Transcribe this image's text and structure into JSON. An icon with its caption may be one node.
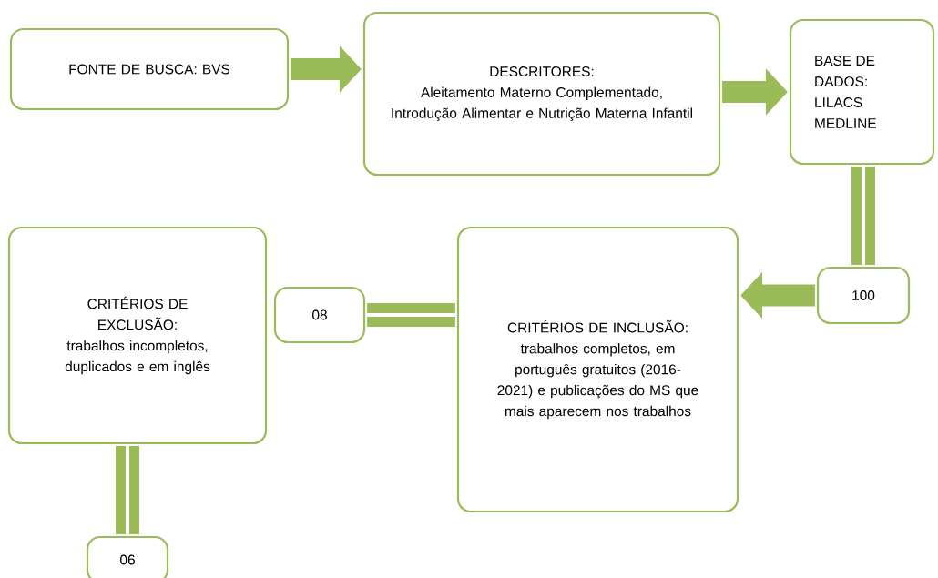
{
  "diagram": {
    "nodes": [
      {
        "text": [
          "FONTE DE BUSCA: BVS"
        ]
      },
      {
        "text": [
          "DESCRITORES:",
          "Aleitamento Materno Complementado, Introdução Alimentar e Nutrição Materna Infantil"
        ]
      },
      {
        "text": [
          "BASE DE DADOS: LILACS MEDLINE"
        ]
      },
      {
        "text": [
          "100"
        ]
      },
      {
        "text": [
          "CRITÉRIOS DE INCLUSÃO: trabalhos completos, em português gratuitos (2016-2021) e publicações do MS que mais aparecem nos trabalhos"
        ]
      },
      {
        "text": [
          "08"
        ]
      },
      {
        "text": [
          "CRITÉRIOS DE EXCLUSÃO: trabalhos incompletos, duplicados e em inglês"
        ]
      },
      {
        "text": [
          "06"
        ]
      }
    ],
    "edges": [
      {
        "from": 0,
        "to": 1,
        "arrow": "to"
      },
      {
        "from": 1,
        "to": 2,
        "arrow": "to"
      },
      {
        "from": 2,
        "to": 3,
        "arrow": "none"
      },
      {
        "from": 3,
        "to": 4,
        "arrow": "to"
      },
      {
        "from": 4,
        "to": 5,
        "arrow": "none"
      },
      {
        "from": 6,
        "to": 7,
        "arrow": "none"
      }
    ]
  }
}
